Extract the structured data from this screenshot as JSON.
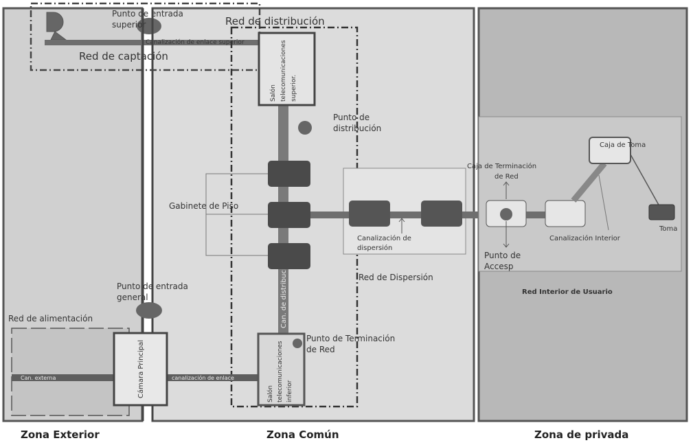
{
  "zones": {
    "exterior": "Zona Exterior",
    "comun": "Zona Común",
    "privada": "Zona de privada"
  },
  "labels": {
    "punto_entrada_superior_1": "Punto de entrada",
    "punto_entrada_superior_2": "superior",
    "red_distribucion": "Red de distribución",
    "canalizacion_enlace_superior": "Canalización de enlace superior",
    "red_captacion": "Red de captación",
    "salon_superior_1": "Salón",
    "salon_superior_2": "telecomunicaciones",
    "salon_superior_3": "superior.",
    "punto_distribucion_1": "Punto de",
    "punto_distribucion_2": "distribución",
    "gabinete_piso": "Gabinete de Piso",
    "caja_terminacion_1": "Caja de Terminación",
    "caja_terminacion_2": "de Red",
    "caja_toma": "Caja de Toma",
    "toma": "Toma",
    "canalizacion_dispersion_1": "Canalización de",
    "canalizacion_dispersion_2": "dispersión",
    "canalizacion_interior": "Canalización Interior",
    "punto_acceso_1": "Punto de",
    "punto_acceso_2": "Accesp",
    "red_dispersion": "Red de Dispersión",
    "red_interior_usuario": "Red Interior de Usuario",
    "punto_entrada_general_1": "Punto de entrada",
    "punto_entrada_general_2": "general",
    "red_alimentacion": "Red de alimentación",
    "can_distribucion": "Can. de distribución",
    "punto_terminacion_red_1": "Punto de Terminación",
    "punto_terminacion_red_2": "de Red",
    "salon_inferior_1": "Salón",
    "salon_inferior_2": "telecomunicaciones",
    "salon_inferior_3": "inferior",
    "camara_principal": "Cámara Principal",
    "can_externa": "Can. externa",
    "canalizacion_enlace": "canalización de enlace"
  },
  "colors": {
    "zona_exterior": "#d0d0d0",
    "zona_comun": "#dcdcdc",
    "zona_privada": "#b8b8b8",
    "pipe": "#6e6e6e",
    "cabinet": "#4a4a4a"
  }
}
